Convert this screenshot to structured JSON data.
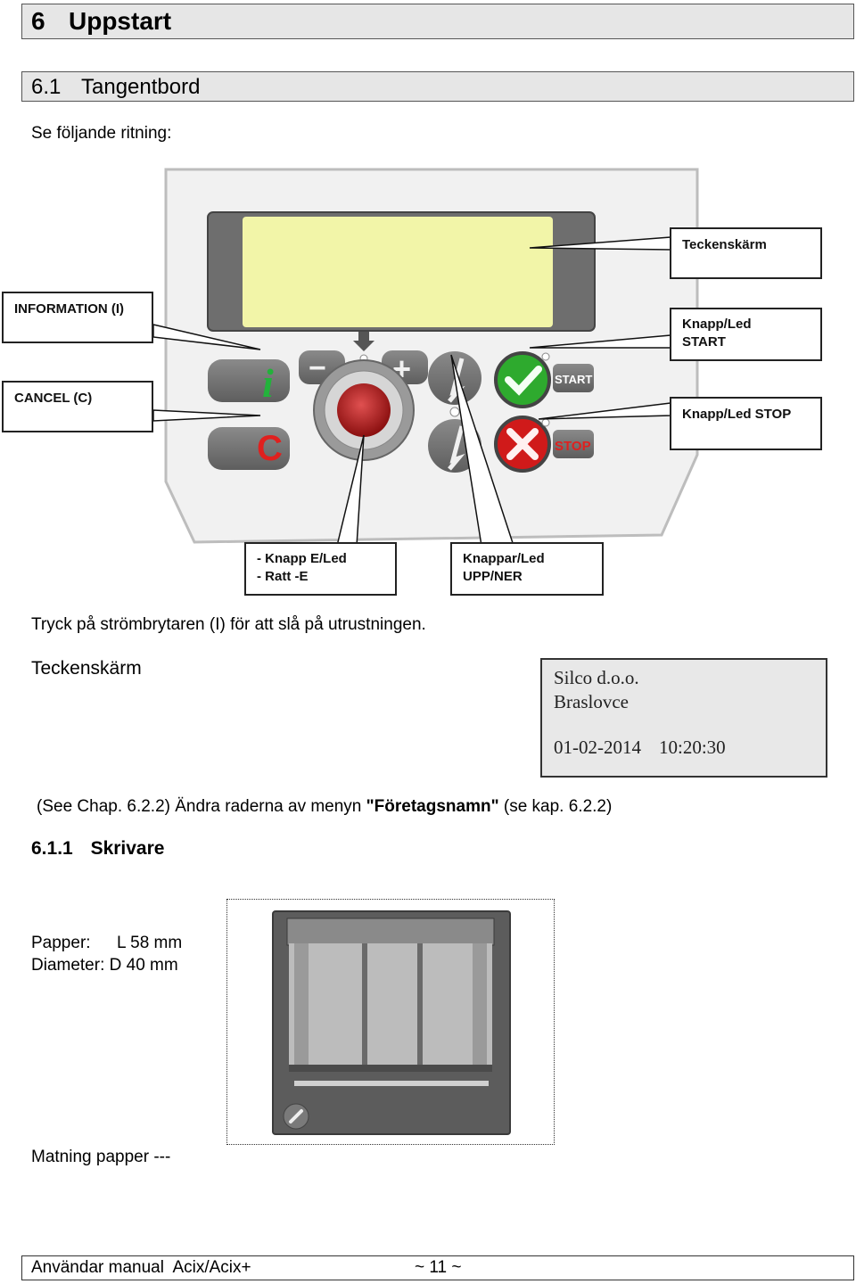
{
  "section": {
    "number": "6",
    "title": "Uppstart"
  },
  "subsection": {
    "number": "6.1",
    "title": "Tangentbord"
  },
  "intro": "Se följande ritning:",
  "panel": {
    "button_i": "i",
    "button_c": "C",
    "button_minus": "−",
    "button_plus": "+",
    "led_start": "START",
    "led_stop": "STOP"
  },
  "callouts": {
    "display": "Teckenskärm",
    "info": "INFORMATION (I)",
    "cancel": "CANCEL (C)",
    "start_1": "Knapp/Led",
    "start_2": "START",
    "stop": "Knapp/Led STOP",
    "knob_1": "- Knapp E/Led",
    "knob_2": "- Ratt -E",
    "updown_1": "Knappar/Led",
    "updown_2": "UPP/NER"
  },
  "power_text": "Tryck på strömbrytaren (I) för att slå på utrustningen.",
  "display_label": "Teckenskärm",
  "lcd": {
    "line1": "Silco d.o.o.",
    "line2": "Braslovce",
    "date": "01-02-2014",
    "time": "10:20:30"
  },
  "see_chap": {
    "part1": "(See Chap. 6.2.2) Ändra raderna av menyn ",
    "bold": "\"Företagsnamn\"",
    "part2": " (se kap. 6.2.2)"
  },
  "printer_section": {
    "number": "6.1.1",
    "title": "Skrivare"
  },
  "printer": {
    "paper_label": "Papper:",
    "paper_value": "L 58 mm",
    "diameter_label": "Diameter:",
    "diameter_value": "D 40 mm",
    "feed": "Matning papper ---"
  },
  "footer": {
    "manual": "Användar manual  Acix/Acix+",
    "page": "~ 11 ~"
  },
  "colors": {
    "heading_bg": "#e6e6e6",
    "lcd_green": "#f2f5a8",
    "knob_red": "#b21a1a",
    "start_green": "#2eaa2e",
    "stop_red": "#d01a1a",
    "icon_green": "#23b23b",
    "icon_red": "#e0201e"
  }
}
